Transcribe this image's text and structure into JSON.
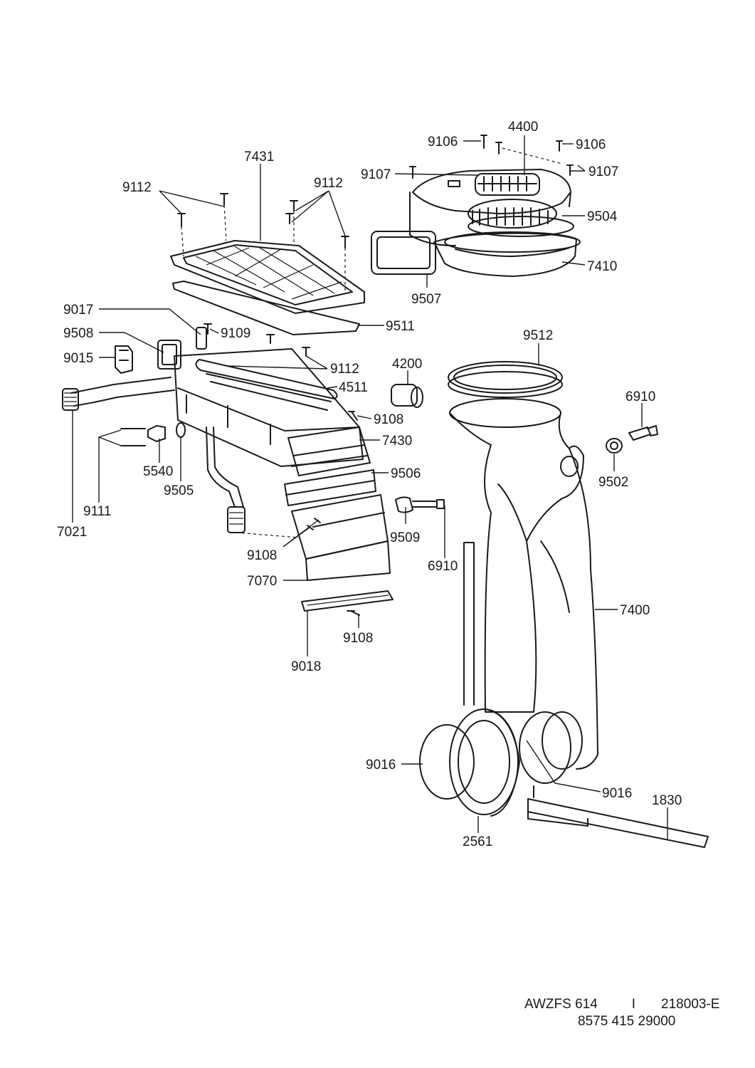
{
  "labels": [
    {
      "text": "9106"
    },
    {
      "text": "4400"
    },
    {
      "text": "9106"
    },
    {
      "text": "9107"
    },
    {
      "text": "9107"
    },
    {
      "text": "7431"
    },
    {
      "text": "9112"
    },
    {
      "text": "9112"
    },
    {
      "text": "9504"
    },
    {
      "text": "7410"
    },
    {
      "text": "9507"
    },
    {
      "text": "9017"
    },
    {
      "text": "9109"
    },
    {
      "text": "9511"
    },
    {
      "text": "9508"
    },
    {
      "text": "9015"
    },
    {
      "text": "9112"
    },
    {
      "text": "9512"
    },
    {
      "text": "4200"
    },
    {
      "text": "4511"
    },
    {
      "text": "6910"
    },
    {
      "text": "9108"
    },
    {
      "text": "7430"
    },
    {
      "text": "5540"
    },
    {
      "text": "9506"
    },
    {
      "text": "9502"
    },
    {
      "text": "9505"
    },
    {
      "text": "9111"
    },
    {
      "text": "9509"
    },
    {
      "text": "7021"
    },
    {
      "text": "9108"
    },
    {
      "text": "6910"
    },
    {
      "text": "7070"
    },
    {
      "text": "7400"
    },
    {
      "text": "9108"
    },
    {
      "text": "9018"
    },
    {
      "text": "9016"
    },
    {
      "text": "9016"
    },
    {
      "text": "1830"
    },
    {
      "text": "2561"
    }
  ],
  "footer": {
    "model": "AWZFS 614",
    "separator": "I",
    "code": "218003-E",
    "number": "8575 415 29000"
  }
}
